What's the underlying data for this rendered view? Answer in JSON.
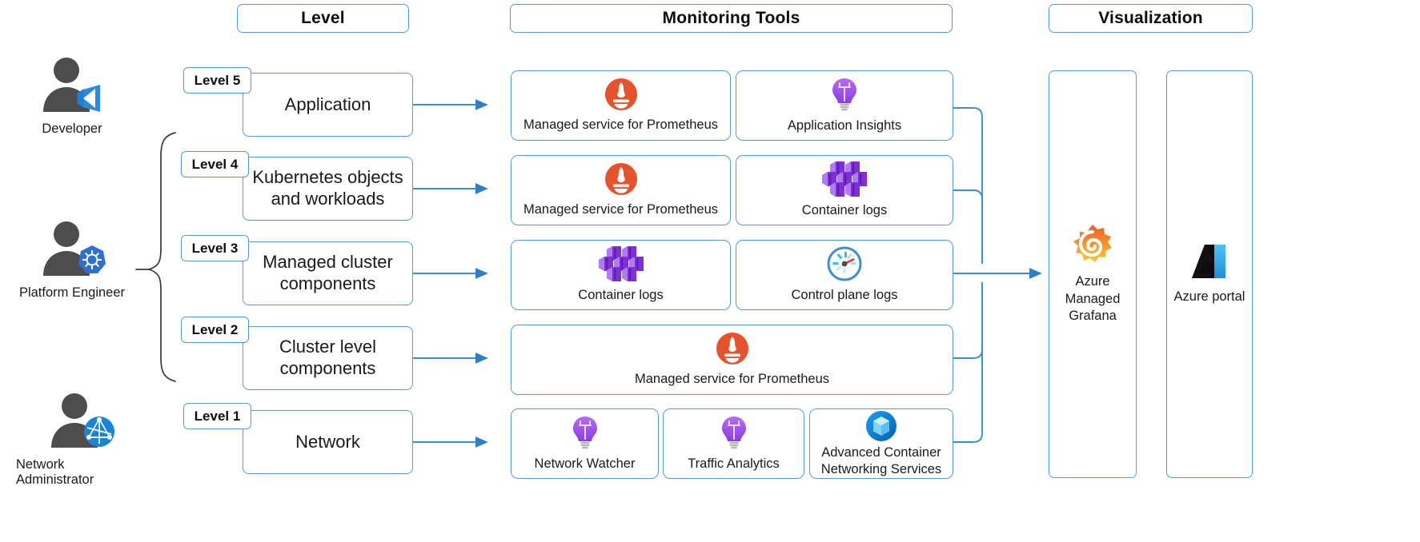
{
  "headers": [
    {
      "id": "level",
      "label": "Level"
    },
    {
      "id": "monitoring",
      "label": "Monitoring Tools"
    },
    {
      "id": "visualization",
      "label": "Visualization"
    }
  ],
  "personas": [
    {
      "id": "developer",
      "label": "Developer",
      "icon": "person-visual-studio-icon"
    },
    {
      "id": "platform-engineer",
      "label": "Platform Engineer",
      "icon": "person-kubernetes-icon"
    },
    {
      "id": "network-administrator",
      "label": "Network Administrator",
      "icon": "person-network-icon"
    }
  ],
  "levels": [
    {
      "badge": "Level 5",
      "name": "Application"
    },
    {
      "badge": "Level 4",
      "name": "Kubernetes objects and workloads"
    },
    {
      "badge": "Level 3",
      "name": "Managed cluster components"
    },
    {
      "badge": "Level 2",
      "name": "Cluster level components"
    },
    {
      "badge": "Level 1",
      "name": "Network"
    }
  ],
  "tools": {
    "level5": [
      {
        "label": "Managed service for Prometheus",
        "icon": "prometheus-icon"
      },
      {
        "label": "Application Insights",
        "icon": "lightbulb-icon"
      }
    ],
    "level4": [
      {
        "label": "Managed service for Prometheus",
        "icon": "prometheus-icon"
      },
      {
        "label": "Container logs",
        "icon": "container-cluster-icon"
      }
    ],
    "level3": [
      {
        "label": "Container logs",
        "icon": "container-cluster-icon"
      },
      {
        "label": "Control plane logs",
        "icon": "gauge-icon"
      }
    ],
    "level2": [
      {
        "label": "Managed service for Prometheus",
        "icon": "prometheus-icon"
      }
    ],
    "level1": [
      {
        "label": "Network Watcher",
        "icon": "lightbulb-icon"
      },
      {
        "label": "Traffic Analytics",
        "icon": "lightbulb-icon"
      },
      {
        "label": "Advanced Container Networking Services",
        "icon": "cube-icon"
      }
    ]
  },
  "visualization": [
    {
      "label": "Azure Managed Grafana",
      "icon": "grafana-icon"
    },
    {
      "label": "Azure portal",
      "icon": "azure-icon"
    }
  ],
  "colors": {
    "border": "#5b9bd5",
    "connector": "#3f8fd0",
    "prometheus": "#e6522c",
    "lightbulb": "#9b51e0",
    "container": "#7a2fd6",
    "gauge": "#3a9ad9",
    "acns": "#0078d4",
    "grafana": "#f05a28",
    "azure": "#0f9bf0",
    "person": "#4d4d4d",
    "brace": "#3a3a3a"
  }
}
